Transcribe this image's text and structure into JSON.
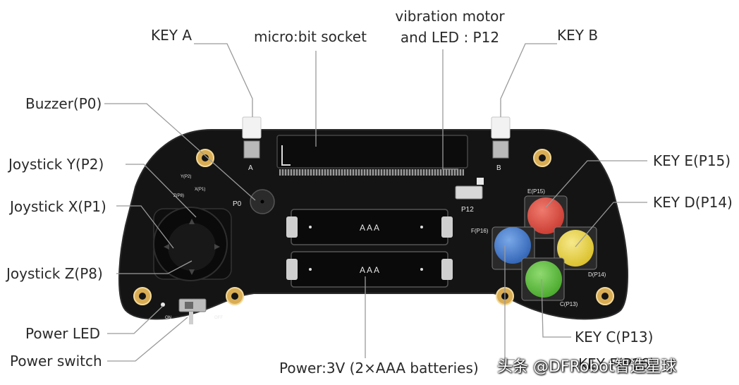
{
  "labels": {
    "key_a": "KEY A",
    "microbit_socket": "micro:bit socket",
    "vibration_line1": "vibration motor",
    "vibration_line2": "and LED : P12",
    "key_b": "KEY B",
    "buzzer": "Buzzer(P0)",
    "joystick_y": "Joystick Y(P2)",
    "joystick_x": "Joystick X(P1)",
    "joystick_z": "Joystick Z(P8)",
    "power_led": "Power LED",
    "power_switch": "Power switch",
    "power_batteries": "Power:3V (2×AAA batteries)",
    "key_e": "KEY E(P15)",
    "key_d": "KEY D(P14)",
    "key_c": "KEY C(P13)",
    "key_f": "KEY F(P16)"
  },
  "silkscreen": {
    "a": "A",
    "b": "B",
    "p0": "P0",
    "p12": "P12",
    "jy": "Y(P2)",
    "jx": "X(P1)",
    "jz": "Z(P8)",
    "e": "E(P15)",
    "f": "F(P16)",
    "d": "D(P14)",
    "c": "C(P13)",
    "aaa1": "AAA",
    "aaa2": "AAA",
    "on": "ON",
    "off": "OFF"
  },
  "watermark": "头条 @DFRobot智造星球",
  "colors": {
    "board": "#141414",
    "key_e": "#d9453b",
    "key_d": "#e7cf3a",
    "key_c": "#5cbb3c",
    "key_f": "#3a72c4",
    "leader": "#9a9a9a"
  }
}
